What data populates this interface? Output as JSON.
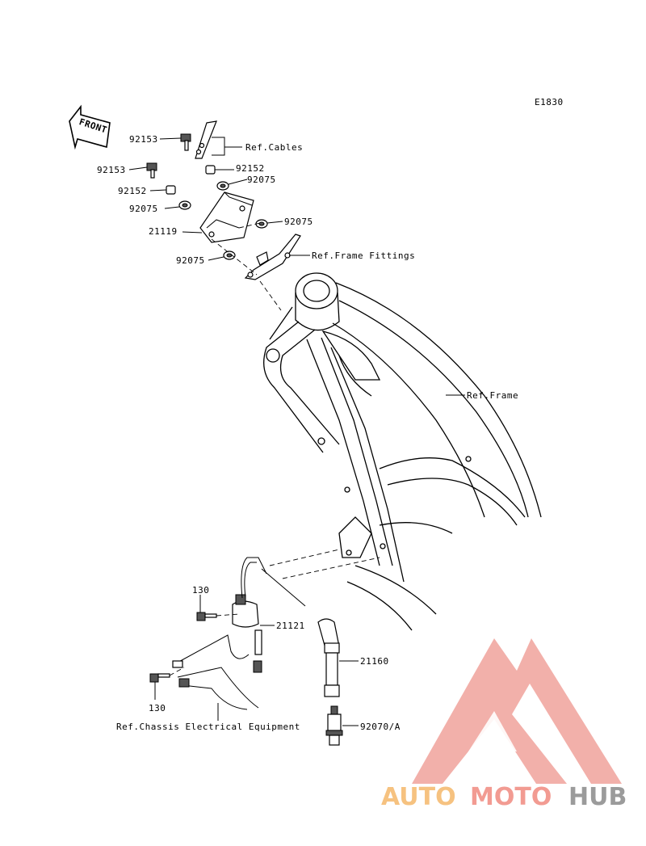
{
  "diagram_code": "E1830",
  "front_label": "FRONT",
  "parts": {
    "p92153_a": "92153",
    "p92153_b": "92153",
    "p92152_a": "92152",
    "p92152_b": "92152",
    "p92075_a": "92075",
    "p92075_b": "92075",
    "p92075_c": "92075",
    "p92075_d": "92075",
    "p21119": "21119",
    "p130_a": "130",
    "p130_b": "130",
    "p21121": "21121",
    "p21160": "21160",
    "p92070": "92070/A"
  },
  "refs": {
    "cables": "Ref.Cables",
    "frame_fittings": "Ref.Frame Fittings",
    "frame": "Ref.Frame",
    "chassis_electrical": "Ref.Chassis Electrical Equipment"
  },
  "watermark": {
    "part1": "AUTO",
    "part2": "MOTO",
    "part3": "HUB",
    "colors": {
      "auto": "#f5b86a",
      "moto": "#f08a80",
      "hub": "#8a8a8a",
      "triangle": "#f0a39c"
    }
  }
}
